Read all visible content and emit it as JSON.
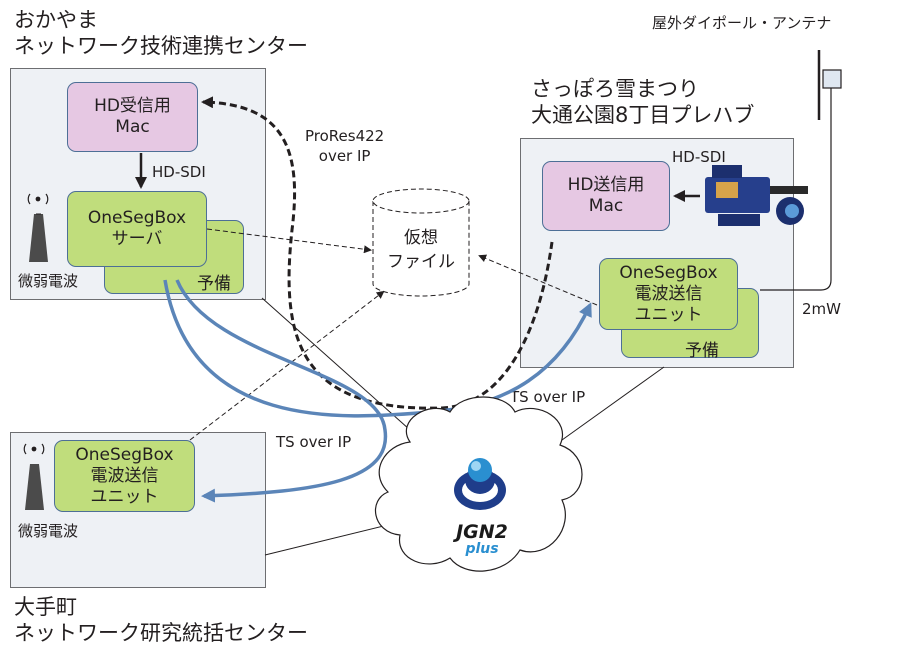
{
  "sites": {
    "okayama": {
      "title_line1": "おかやま",
      "title_line2": "ネットワーク技術連携センター",
      "mac_line1": "HD受信用",
      "mac_line2": "Mac",
      "hdsdi": "HD-SDI",
      "server_line1": "OneSegBox",
      "server_line2": "サーバ",
      "backup": "予備",
      "weak_wave": "微弱電波"
    },
    "sapporo": {
      "title_line1": "さっぽろ雪まつり",
      "title_line2": "大通公園8丁目プレハブ",
      "mac_line1": "HD送信用",
      "mac_line2": "Mac",
      "hdsdi": "HD-SDI",
      "unit_line1": "OneSegBox",
      "unit_line2": "電波送信",
      "unit_line3": "ユニット",
      "backup": "予備",
      "power": "2mW",
      "antenna": "屋外ダイポール・アンテナ"
    },
    "otemachi": {
      "title_line1": "大手町",
      "title_line2": "ネットワーク研究統括センター",
      "unit_line1": "OneSegBox",
      "unit_line2": "電波送信",
      "unit_line3": "ユニット",
      "weak_wave": "微弱電波"
    }
  },
  "virtual_file": {
    "line1": "仮想",
    "line2": "ファイル"
  },
  "flows": {
    "prores_line1": "ProRes422",
    "prores_line2": "over IP",
    "ts_over_ip_1": "TS over IP",
    "ts_over_ip_2": "TS over IP"
  },
  "network_logo": {
    "line1": "JGN2",
    "line2": "plus"
  },
  "colors": {
    "panel": "#eef1f5",
    "mac": "#e6c8e3",
    "onesegbox": "#c0dd7c",
    "ts_flow": "#5b85b8",
    "box_border": "#4d6f96"
  },
  "icons": [
    "antenna-tower-icon",
    "antenna-tower-icon",
    "video-camera-icon",
    "dipole-antenna-icon",
    "cloud-icon"
  ]
}
